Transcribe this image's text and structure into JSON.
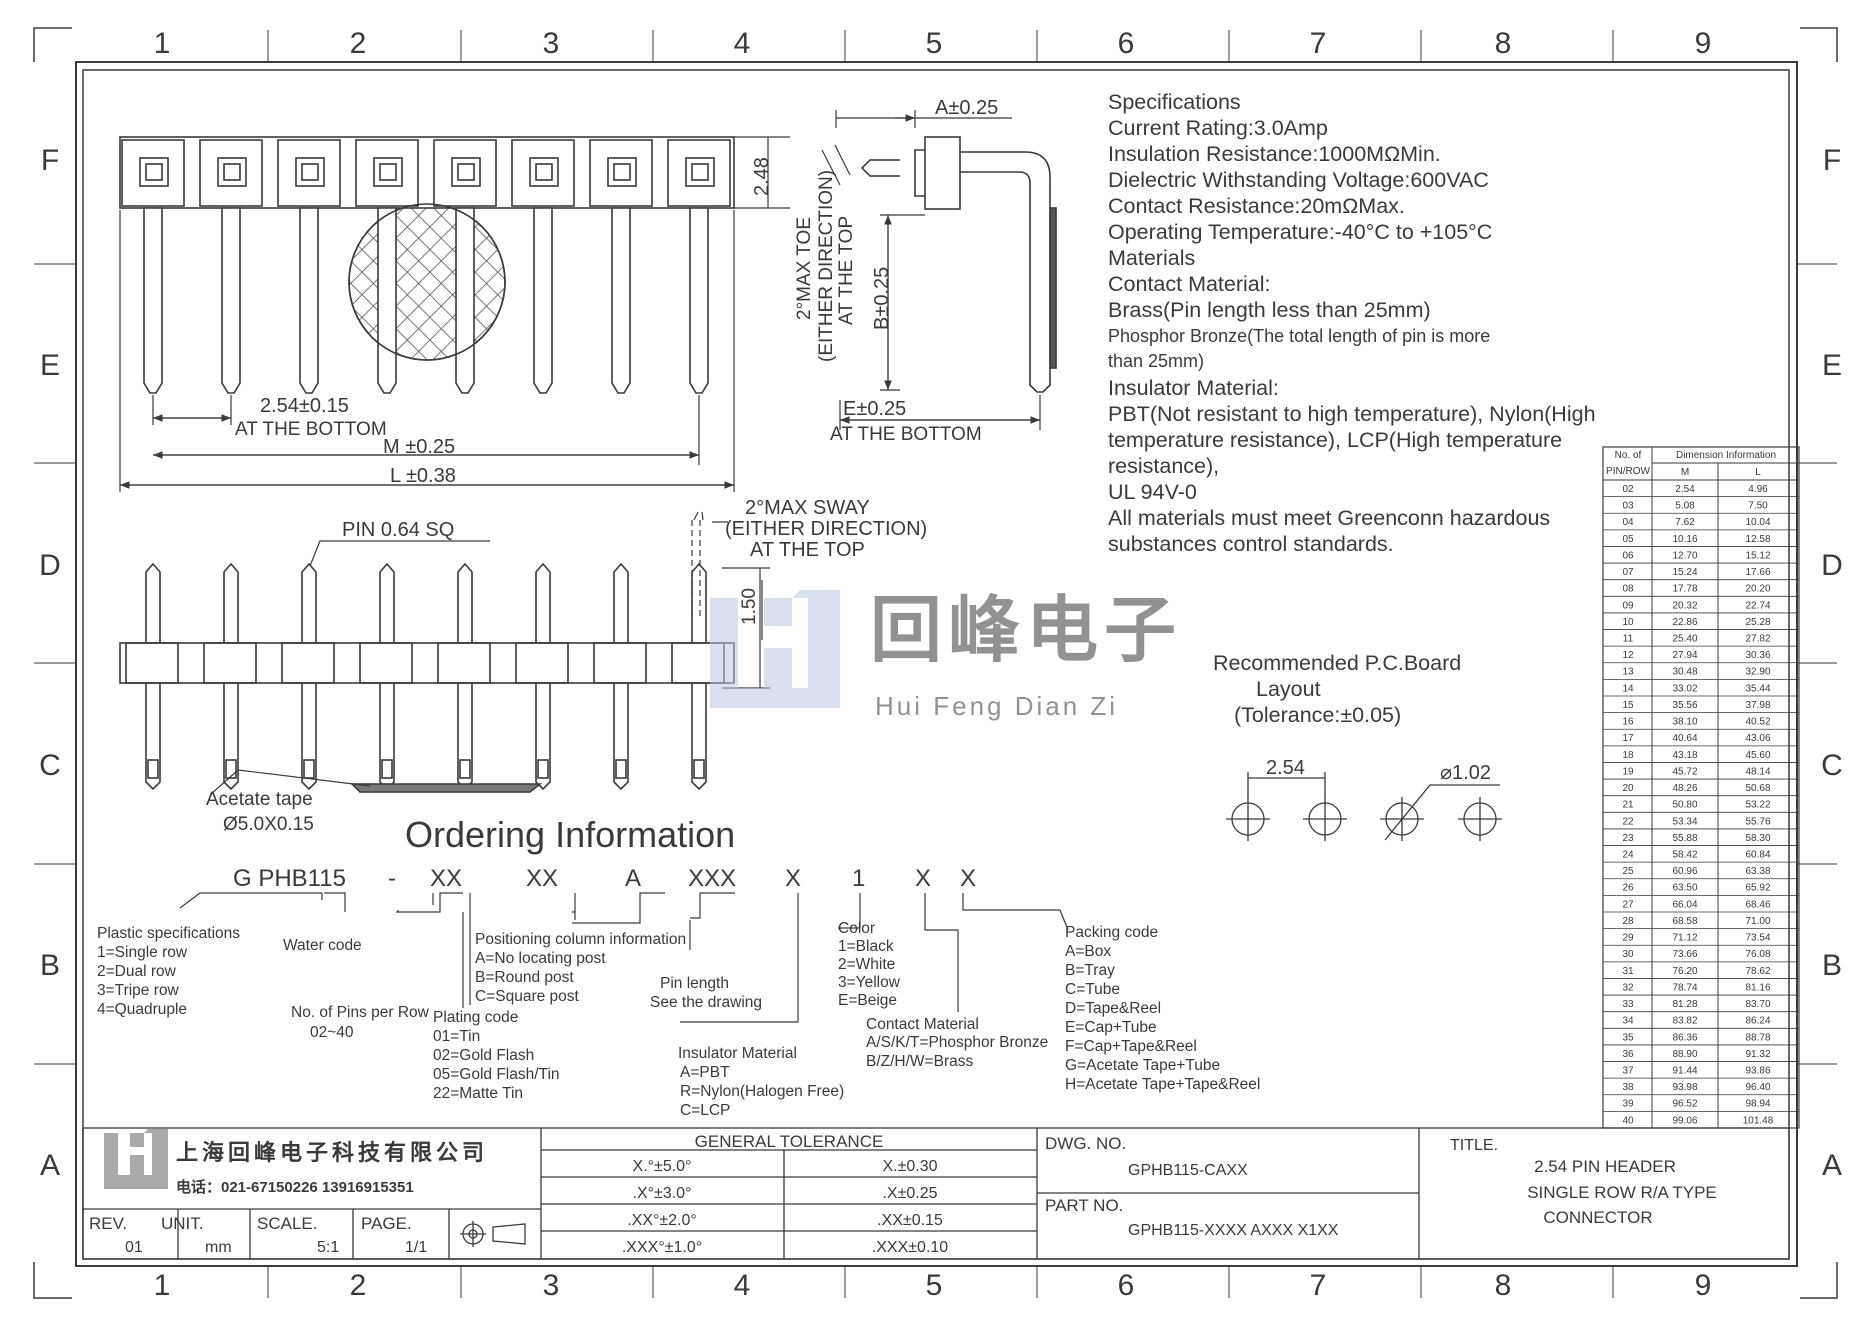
{
  "zones": {
    "columns": [
      "1",
      "2",
      "3",
      "4",
      "5",
      "6",
      "7",
      "8",
      "9"
    ],
    "rows": [
      "F",
      "E",
      "D",
      "C",
      "B",
      "A"
    ]
  },
  "specifications": [
    "Specifications",
    "Current Rating:3.0Amp",
    "Insulation Resistance:1000MΩMin.",
    "Dielectric Withstanding Voltage:600VAC",
    "Contact Resistance:20mΩMax.",
    "Operating Temperature:-40°C to +105°C",
    "Materials",
    "Contact Material:",
    "Brass(Pin length less than 25mm)",
    "Phosphor Bronze(The total length of pin is more",
    "than 25mm)",
    "Insulator Material:",
    "PBT(Not resistant to high temperature),  Nylon(High",
    "temperature resistance), LCP(High temperature",
    "resistance),",
    "UL 94V-0",
    "All materials must meet Greenconn hazardous",
    "substances control standards."
  ],
  "top_view": {
    "pitch_label": "2.54±0.15",
    "pitch_note": "AT THE BOTTOM",
    "m_label": "M ±0.25",
    "l_label": "L ±0.38",
    "height_label": "2.48"
  },
  "side_view": {
    "a_label": "A±0.25",
    "b_label": "B±0.25",
    "e_label": "E±0.25",
    "e_note": "AT THE BOTTOM",
    "toe_line1": "2°MAX TOE",
    "toe_line2": "(EITHER DIRECTION)",
    "toe_line3": "AT THE TOP"
  },
  "front_view": {
    "pin_label": "PIN 0.64 SQ",
    "sway_line1": "2°MAX SWAY",
    "sway_line2": "(EITHER DIRECTION)",
    "sway_line3": "AT THE TOP",
    "height_label": "1.50",
    "tape_line1": "Acetate tape",
    "tape_line2": "Ø5.0X0.15"
  },
  "watermark": {
    "chinese": "回峰电子",
    "pinyin": "Hui Feng Dian Zi"
  },
  "pcb": {
    "title_line1": "Recommended P.C.Board",
    "title_line2": "Layout",
    "title_line3": "(Tolerance:±0.05)",
    "pitch": "2.54",
    "hole": "⌀1.02"
  },
  "dimension_table": {
    "head_col1_line1": "No. of",
    "head_col1_line2": "PIN/ROW",
    "head_group": "Dimension Information",
    "head_m": "M",
    "head_l": "L",
    "rows": [
      [
        "02",
        "2.54",
        "4.96"
      ],
      [
        "03",
        "5.08",
        "7.50"
      ],
      [
        "04",
        "7.62",
        "10.04"
      ],
      [
        "05",
        "10.16",
        "12.58"
      ],
      [
        "06",
        "12.70",
        "15.12"
      ],
      [
        "07",
        "15.24",
        "17.66"
      ],
      [
        "08",
        "17.78",
        "20.20"
      ],
      [
        "09",
        "20.32",
        "22.74"
      ],
      [
        "10",
        "22.86",
        "25.28"
      ],
      [
        "11",
        "25.40",
        "27.82"
      ],
      [
        "12",
        "27.94",
        "30.36"
      ],
      [
        "13",
        "30.48",
        "32.90"
      ],
      [
        "14",
        "33.02",
        "35.44"
      ],
      [
        "15",
        "35.56",
        "37.98"
      ],
      [
        "16",
        "38.10",
        "40.52"
      ],
      [
        "17",
        "40.64",
        "43.06"
      ],
      [
        "18",
        "43.18",
        "45.60"
      ],
      [
        "19",
        "45.72",
        "48.14"
      ],
      [
        "20",
        "48.26",
        "50.68"
      ],
      [
        "21",
        "50.80",
        "53.22"
      ],
      [
        "22",
        "53.34",
        "55.76"
      ],
      [
        "23",
        "55.88",
        "58.30"
      ],
      [
        "24",
        "58.42",
        "60.84"
      ],
      [
        "25",
        "60.96",
        "63.38"
      ],
      [
        "26",
        "63.50",
        "65.92"
      ],
      [
        "27",
        "66.04",
        "68.46"
      ],
      [
        "28",
        "68.58",
        "71.00"
      ],
      [
        "29",
        "71.12",
        "73.54"
      ],
      [
        "30",
        "73.66",
        "76.08"
      ],
      [
        "31",
        "76.20",
        "78.62"
      ],
      [
        "32",
        "78.74",
        "81.16"
      ],
      [
        "33",
        "81.28",
        "83.70"
      ],
      [
        "34",
        "83.82",
        "86.24"
      ],
      [
        "35",
        "86.36",
        "88.78"
      ],
      [
        "36",
        "88.90",
        "91.32"
      ],
      [
        "37",
        "91.44",
        "93.86"
      ],
      [
        "38",
        "93.98",
        "96.40"
      ],
      [
        "39",
        "96.52",
        "98.94"
      ],
      [
        "40",
        "99.06",
        "101.48"
      ]
    ]
  },
  "ordering": {
    "title": "Ordering Information",
    "code": [
      "G PHB115",
      "-",
      "XX",
      "XX",
      "A",
      "XXX",
      "X",
      "1",
      "X",
      "X"
    ],
    "plastic": [
      "Plastic specifications",
      "1=Single row",
      "2=Dual row",
      "3=Tripe row",
      "4=Quadruple"
    ],
    "water": [
      "Water code"
    ],
    "pins": [
      "No. of Pins per Row",
      "02~40"
    ],
    "plating": [
      "Plating code",
      "01=Tin",
      "02=Gold Flash",
      "05=Gold Flash/Tin",
      "22=Matte Tin"
    ],
    "positioning": [
      "Positioning column information",
      "A=No locating post",
      "B=Round post",
      "C=Square post"
    ],
    "pinlength": [
      "Pin length",
      "See the drawing"
    ],
    "insulator": [
      "Insulator Material",
      "A=PBT",
      "R=Nylon(Halogen Free)",
      "C=LCP"
    ],
    "color": [
      "Color",
      "1=Black",
      "2=White",
      "3=Yellow",
      "E=Beige"
    ],
    "contact": [
      "Contact Material",
      "A/S/K/T=Phosphor Bronze",
      "B/Z/H/W=Brass"
    ],
    "packing": [
      "Packing code",
      "A=Box",
      "B=Tray",
      "C=Tube",
      "D=Tape&Reel",
      "E=Cap+Tube",
      "F=Cap+Tape&Reel",
      "G=Acetate Tape+Tube",
      "H=Acetate Tape+Tape&Reel"
    ]
  },
  "title_block": {
    "company": "上海回峰电子科技有限公司",
    "phone": "电话：021-67150226  13916915351",
    "rev_label": "REV.",
    "rev": "01",
    "unit_label": "UNIT.",
    "unit": "mm",
    "scale_label": "SCALE.",
    "scale": "5:1",
    "page_label": "PAGE.",
    "page": "1/1",
    "tolerance_title": "GENERAL TOLERANCE",
    "tolerances": [
      [
        "X.°±5.0°",
        "X.±0.30"
      ],
      [
        ".X°±3.0°",
        ".X±0.25"
      ],
      [
        ".XX°±2.0°",
        ".XX±0.15"
      ],
      [
        ".XXX°±1.0°",
        ".XXX±0.10"
      ]
    ],
    "dwg_label": "DWG. NO.",
    "dwg_no": "GPHB115-CAXX",
    "part_label": "PART NO.",
    "part_no": "GPHB115-XXXX AXXX X1XX",
    "title_label": "TITLE.",
    "title": [
      "2.54 PIN HEADER",
      "SINGLE ROW R/A TYPE",
      "CONNECTOR"
    ]
  },
  "colors": {
    "line": "#3a3a3a",
    "watermark": "#b9c6e0",
    "hatch": "#555555"
  }
}
